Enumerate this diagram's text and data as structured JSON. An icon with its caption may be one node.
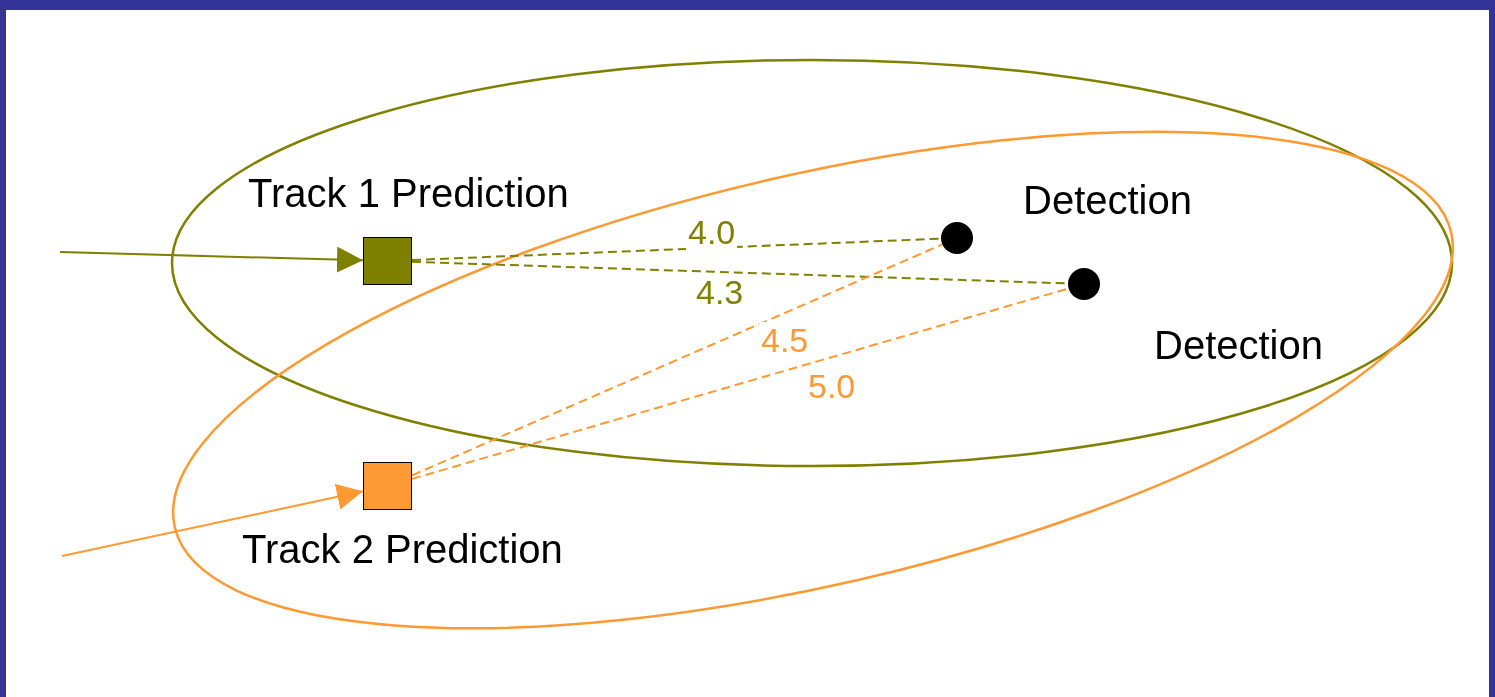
{
  "diagram": {
    "nodes": [
      {
        "text": [
          "Track 1 Prediction"
        ]
      },
      {
        "text": [
          "Detection"
        ]
      },
      {
        "text": [
          "Detection"
        ]
      },
      {
        "text": [
          "Track 2 Prediction"
        ]
      }
    ],
    "edges": [
      {
        "from": null,
        "to": 0,
        "arrow": "to",
        "color": "#808000"
      },
      {
        "from": 0,
        "to": 1,
        "arrow": "none",
        "style": "dashed",
        "color": "#808000",
        "label": "4.0"
      },
      {
        "from": 0,
        "to": 2,
        "arrow": "none",
        "style": "dashed",
        "color": "#808000",
        "label": "4.3"
      },
      {
        "from": null,
        "to": 3,
        "arrow": "to",
        "color": "#ff9933"
      },
      {
        "from": 3,
        "to": 1,
        "arrow": "none",
        "style": "dashed",
        "color": "#ff9933",
        "label": "4.5"
      },
      {
        "from": 3,
        "to": 2,
        "arrow": "none",
        "style": "dashed",
        "color": "#ff9933",
        "label": "5.0"
      }
    ]
  }
}
